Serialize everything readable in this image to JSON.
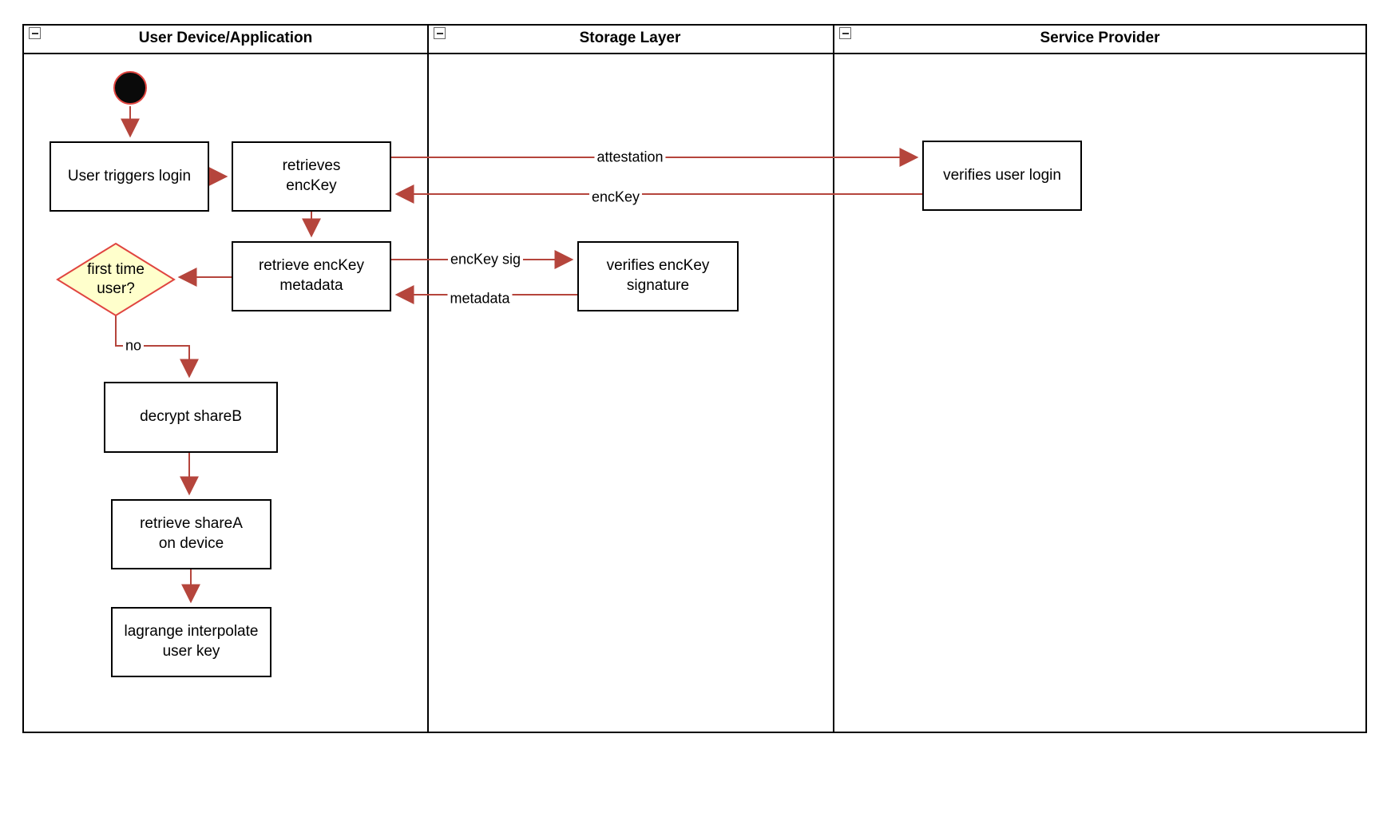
{
  "colors": {
    "arrow": "#b5453c",
    "diamond_fill": "#ffffcc",
    "diamond_border": "#e04540",
    "initial_fill": "#0a0a0a",
    "initial_border": "#e04540"
  },
  "lanes": [
    {
      "title": "User Device/Application"
    },
    {
      "title": "Storage Layer"
    },
    {
      "title": "Service Provider"
    }
  ],
  "nodes": {
    "user_triggers_login": {
      "label": "User triggers login"
    },
    "retrieves_enckey": {
      "label": "retrieves\nencKey"
    },
    "verifies_user_login": {
      "label": "verifies user login"
    },
    "retrieve_enckey_metadata": {
      "label": "retrieve encKey\nmetadata"
    },
    "verifies_enckey_signature": {
      "label": "verifies encKey\nsignature"
    },
    "first_time_user": {
      "label": "first time\nuser?"
    },
    "decrypt_shareb": {
      "label": "decrypt shareB"
    },
    "retrieve_sharea": {
      "label": "retrieve shareA\non device"
    },
    "lagrange_interpolate": {
      "label": "lagrange interpolate\nuser key"
    }
  },
  "edge_labels": {
    "attestation": "attestation",
    "enckey": "encKey",
    "enckey_sig": "encKey sig",
    "metadata": "metadata",
    "no": "no"
  }
}
